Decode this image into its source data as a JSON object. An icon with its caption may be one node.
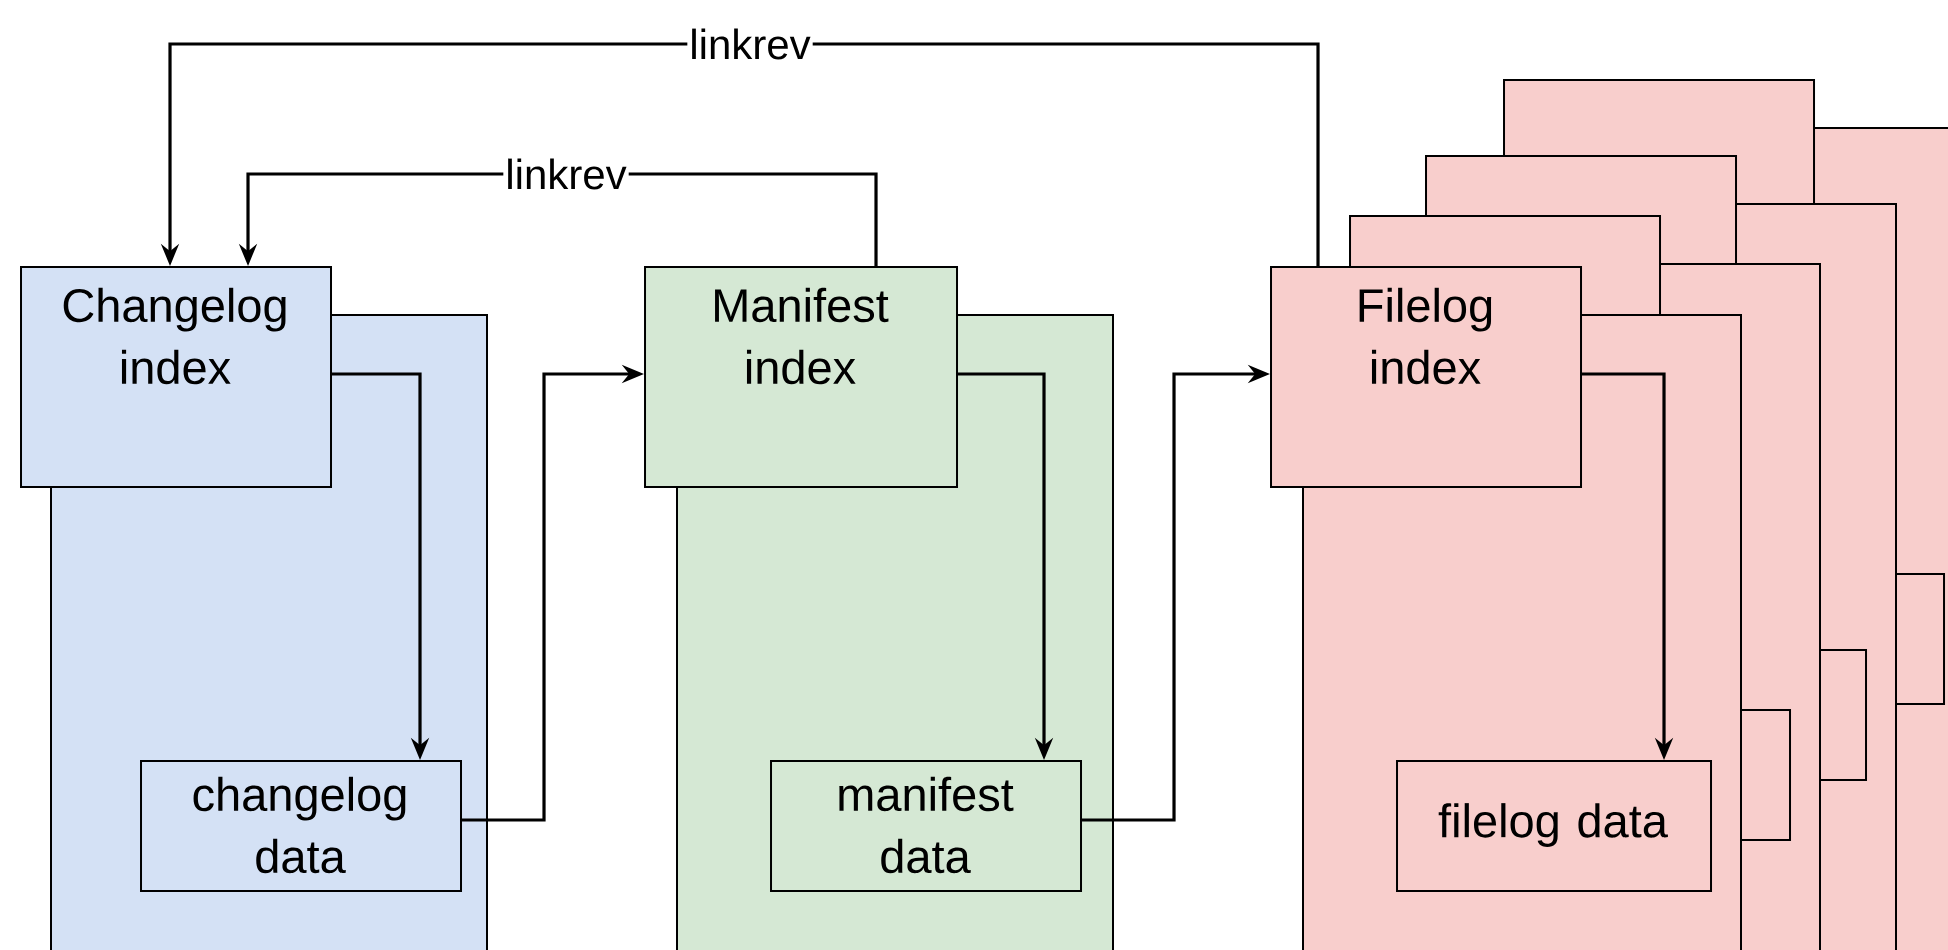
{
  "diagram": {
    "nodes": [
      {
        "text": [],
        "shape": "box"
      },
      {
        "text": [
          "Changelog index"
        ]
      },
      {
        "text": [
          "changelog data"
        ],
        "in": 0
      },
      {
        "text": [],
        "shape": "box"
      },
      {
        "text": [
          "Manifest index"
        ]
      },
      {
        "text": [
          "manifest data"
        ],
        "in": 3
      },
      {
        "text": [],
        "shape": "box"
      },
      {
        "text": [
          "Filelog index"
        ]
      },
      {
        "text": [
          "filelog data"
        ],
        "in": 6
      }
    ],
    "edges": [
      {
        "from": 1,
        "to": 2,
        "arrow": "to"
      },
      {
        "from": 2,
        "to": 4,
        "arrow": "to"
      },
      {
        "from": 4,
        "to": 5,
        "arrow": "to"
      },
      {
        "from": 5,
        "to": 7,
        "arrow": "to"
      },
      {
        "from": 7,
        "to": 8,
        "arrow": "to"
      },
      {
        "from": 4,
        "to": 1,
        "arrow": "to",
        "label": "linkrev"
      },
      {
        "from": 7,
        "to": 1,
        "arrow": "to",
        "label": "linkrev"
      }
    ]
  }
}
